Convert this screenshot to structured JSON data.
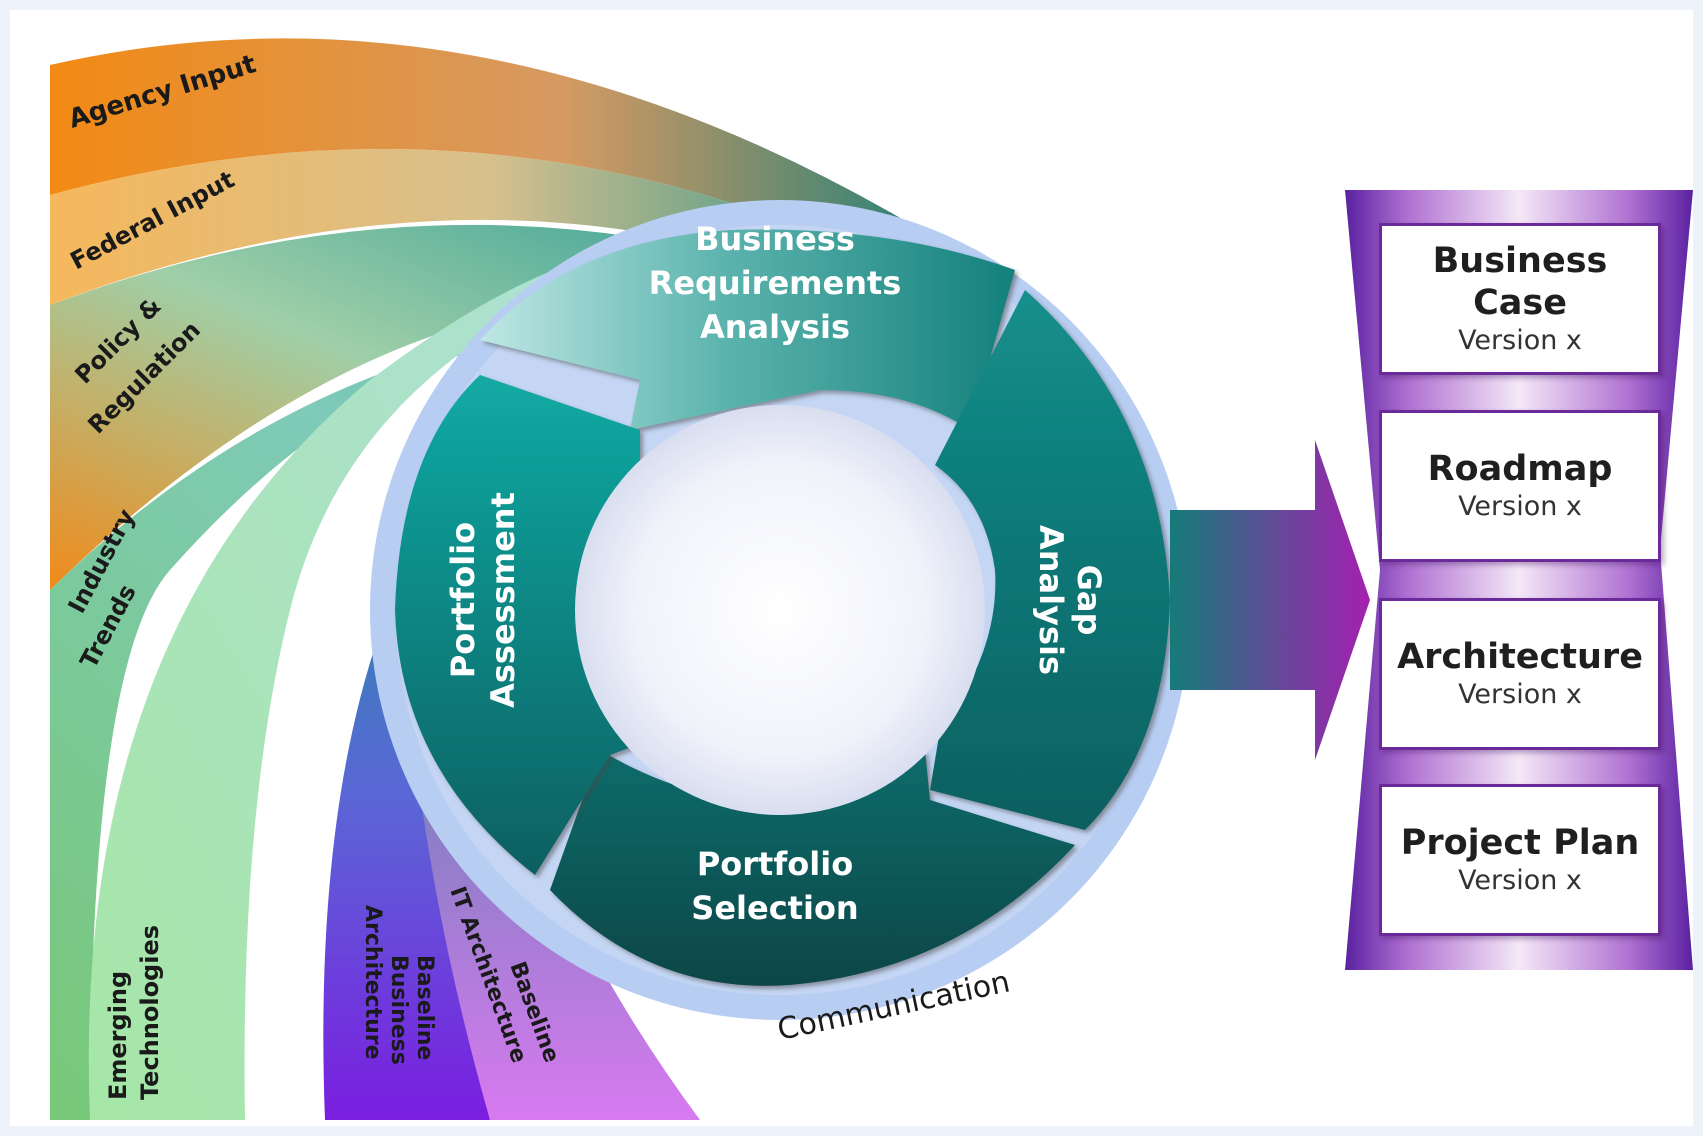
{
  "inputs": {
    "agency": "Agency Input",
    "federal": "Federal Input",
    "policy_line1": "Policy &",
    "policy_line2": "Regulation",
    "industry_line1": "Industry",
    "industry_line2": "Trends",
    "emerging_line1": "Emerging",
    "emerging_line2": "Technologies"
  },
  "baselines": {
    "business_line1": "Baseline",
    "business_line2": "Business",
    "business_line3": "Architecture",
    "it_line1": "Baseline",
    "it_line2": "IT Architecture"
  },
  "cycle": {
    "bra_line1": "Business",
    "bra_line2": "Requirements",
    "bra_line3": "Analysis",
    "gap_line1": "Gap",
    "gap_line2": "Analysis",
    "selection_line1": "Portfolio",
    "selection_line2": "Selection",
    "assessment_line1": "Portfolio",
    "assessment_line2": "Assessment",
    "communication": "Communication"
  },
  "deliverables": [
    {
      "title": "Business Case",
      "version": "Version x"
    },
    {
      "title": "Roadmap",
      "version": "Version x"
    },
    {
      "title": "Architecture",
      "version": "Version x"
    },
    {
      "title": "Project Plan",
      "version": "Version x"
    }
  ],
  "colors": {
    "teal_dark": "#0c5c5c",
    "teal": "#138a86",
    "orange": "#f0901e",
    "green": "#8fd08e",
    "purple": "#7a2a9e",
    "communication_ring": "#b7cdf2"
  }
}
